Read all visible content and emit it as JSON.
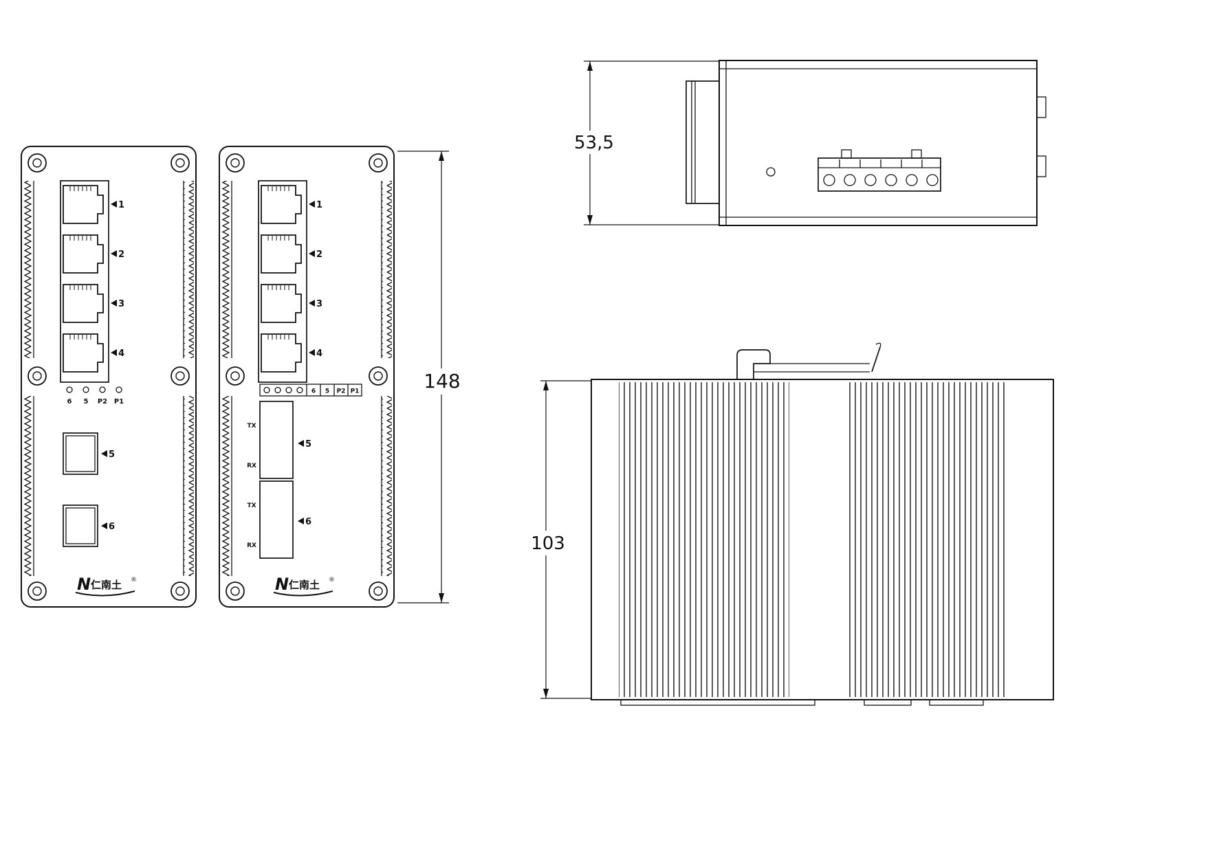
{
  "dims": {
    "front_height": "148",
    "top_depth": "53,5",
    "side_height": "103"
  },
  "front1": {
    "ports": [
      "1",
      "2",
      "3",
      "4"
    ],
    "leds": [
      "6",
      "5",
      "P2",
      "P1"
    ],
    "sfp": [
      "5",
      "6"
    ],
    "logo": {
      "mark": "N",
      "text": "仁南土",
      "reg": "®"
    }
  },
  "front2": {
    "ports": [
      "1",
      "2",
      "3",
      "4"
    ],
    "leds": [
      "6",
      "5",
      "P2",
      "P1"
    ],
    "fiber": [
      {
        "label": "5",
        "tx": "TX",
        "rx": "RX"
      },
      {
        "label": "6",
        "tx": "TX",
        "rx": "RX"
      }
    ],
    "logo": {
      "mark": "N",
      "text": "仁南土",
      "reg": "®"
    }
  }
}
